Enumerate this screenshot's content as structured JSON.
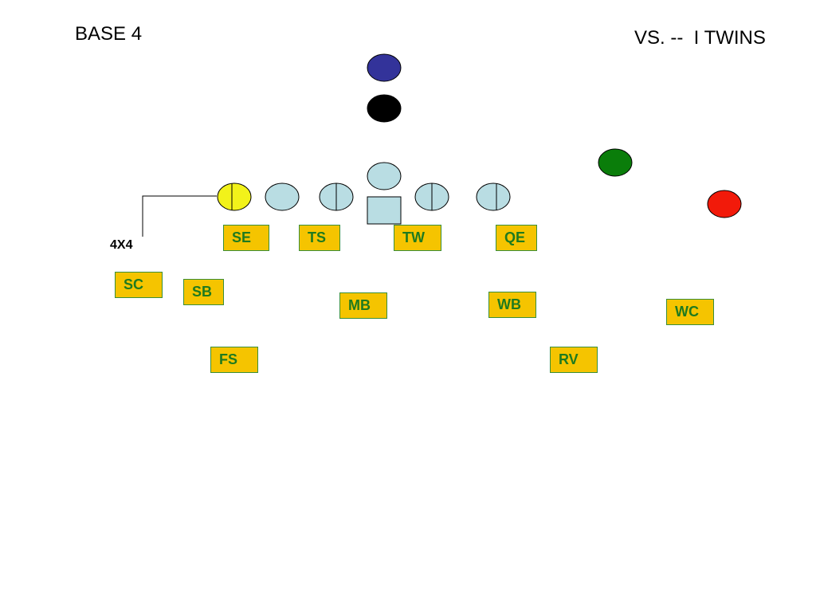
{
  "diagram": {
    "title": "BASE 4",
    "subtitle": "VS. --  I TWINS",
    "side_label": "4X4",
    "colors": {
      "box_fill": "#f5c400",
      "box_text": "#1f7a1f",
      "box_border": "#3a8f3a",
      "offense_fill": "#b9dde3",
      "tight_end_fill": "#f2f21a",
      "running_back_fill": "#33339a",
      "fullback_fill": "#000000",
      "slot_receiver_fill": "#0a7d0a",
      "wide_receiver_fill": "#f21a0a"
    },
    "positions": [
      {
        "label": "SE"
      },
      {
        "label": "TS"
      },
      {
        "label": "TW"
      },
      {
        "label": "QE"
      },
      {
        "label": "SC"
      },
      {
        "label": "SB"
      },
      {
        "label": "MB"
      },
      {
        "label": "WB"
      },
      {
        "label": "WC"
      },
      {
        "label": "FS"
      },
      {
        "label": "RV"
      }
    ]
  }
}
